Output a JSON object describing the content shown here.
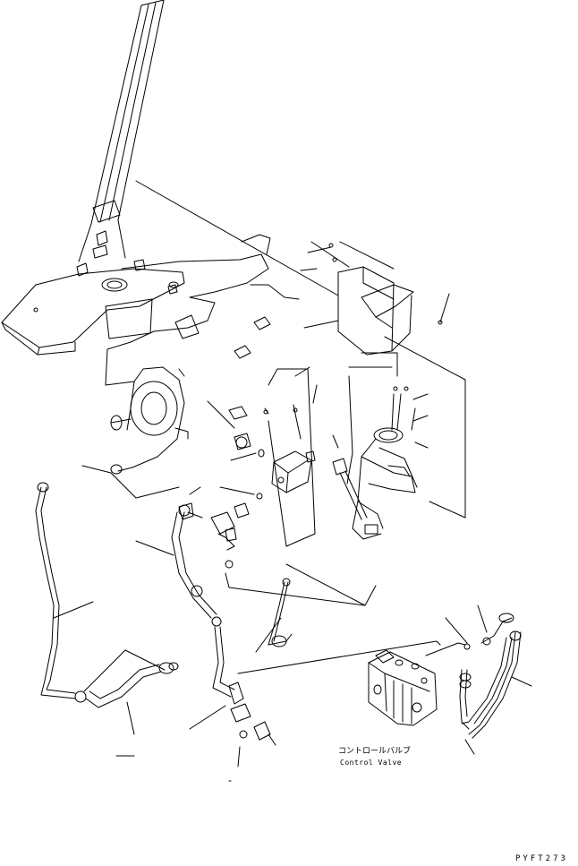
{
  "labels": {
    "control_valve_jp": "コントロールバルブ",
    "control_valve_en": "Control Valve",
    "drawing_code": "PYFT273"
  }
}
